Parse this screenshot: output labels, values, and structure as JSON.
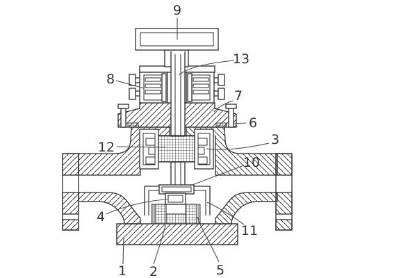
{
  "diagram": {
    "background": "#ffffff",
    "line_color": "#2b2b2b",
    "label_color": "#333333",
    "callouts": [
      {
        "text": "1"
      },
      {
        "text": "2"
      },
      {
        "text": "3"
      },
      {
        "text": "4"
      },
      {
        "text": "5"
      },
      {
        "text": "6"
      },
      {
        "text": "7"
      },
      {
        "text": "8"
      },
      {
        "text": "9"
      },
      {
        "text": "10"
      },
      {
        "text": "11"
      },
      {
        "text": "12"
      },
      {
        "text": "13"
      }
    ]
  }
}
